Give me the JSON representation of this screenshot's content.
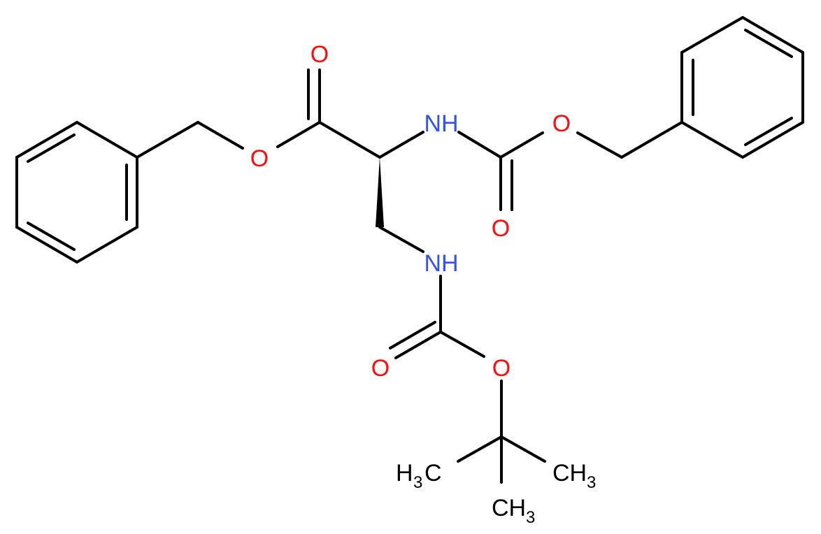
{
  "colors": {
    "background": "#ffffff",
    "bond": "#000000",
    "oxygen": "#ff0d0d",
    "nitrogen": "#3050f8",
    "carbon": "#000000"
  },
  "atoms": {
    "o_carbonyl_ester": {
      "label": "O",
      "element": "oxygen"
    },
    "o_ester": {
      "label": "O",
      "element": "oxygen"
    },
    "n_alpha": {
      "label": "NH",
      "element": "nitrogen"
    },
    "o_cbz_ether": {
      "label": "O",
      "element": "oxygen"
    },
    "o_cbz_carbonyl": {
      "label": "O",
      "element": "oxygen"
    },
    "n_beta": {
      "label": "NH",
      "element": "nitrogen"
    },
    "o_boc_carbonyl": {
      "label": "O",
      "element": "oxygen"
    },
    "o_boc_ether": {
      "label": "O",
      "element": "oxygen"
    },
    "methyl_left": {
      "label": "H",
      "sub": "3",
      "tail": "C",
      "element": "carbon"
    },
    "methyl_right": {
      "label": "CH",
      "sub": "3",
      "element": "carbon"
    },
    "methyl_bottom": {
      "label": "CH",
      "sub": "3",
      "element": "carbon"
    }
  }
}
